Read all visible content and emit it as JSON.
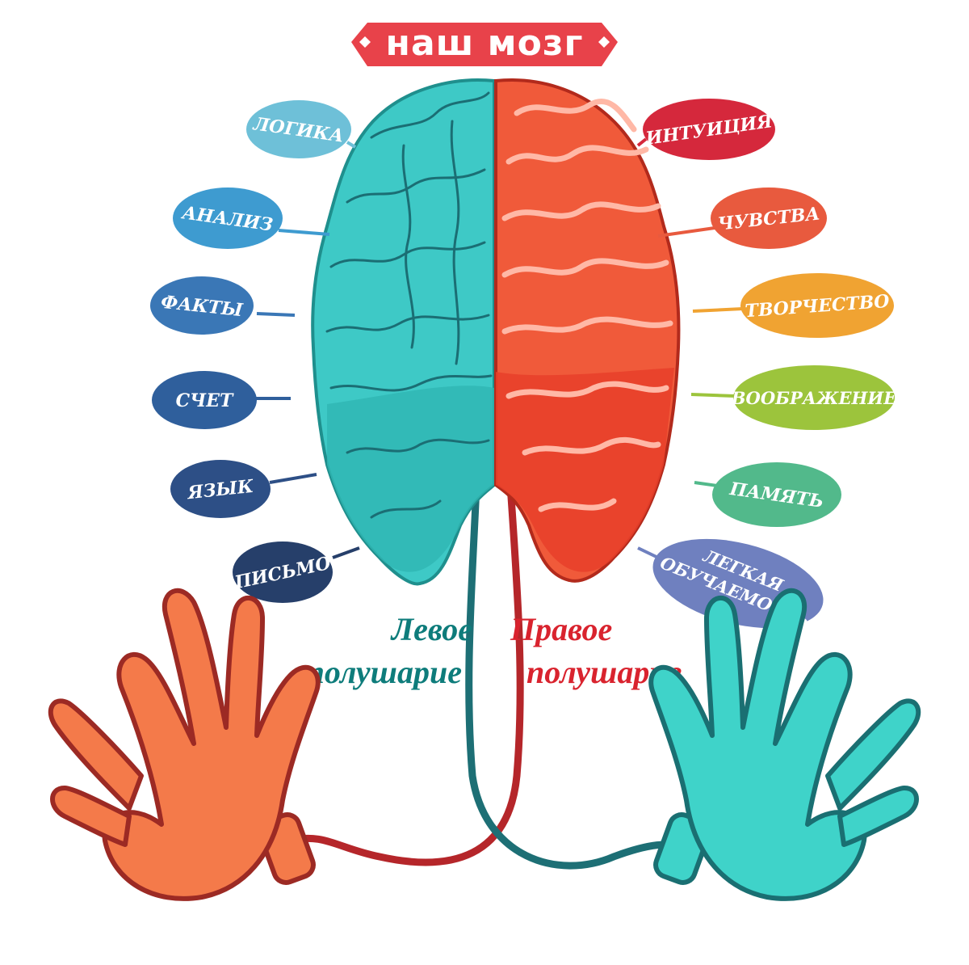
{
  "title": "наш мозг",
  "left_hemisphere": {
    "label_line1": "Левое",
    "label_line2": "полушарие",
    "label_color": "#0e7c7b",
    "brain_color": "#3ec9c6",
    "skills": [
      "ЛОГИКА",
      "АНАЛИЗ",
      "ФАКТЫ",
      "СЧЕТ",
      "ЯЗЫК",
      "ПИСЬМО"
    ]
  },
  "right_hemisphere": {
    "label_line1": "Правое",
    "label_line2": "полушарие",
    "label_color": "#d9232e",
    "brain_color": "#f05a3a",
    "skills": [
      "ИНТУИЦИЯ",
      "ЧУВСТВА",
      "ТВОРЧЕСТВО",
      "ВООБРАЖЕНИЕ",
      "ПАМЯТЬ"
    ],
    "skill_multiline": [
      "ЛЕГКАЯ",
      "ОБУЧАЕМОСТЬ"
    ]
  },
  "colors": {
    "title_banner": "#e8424a",
    "left_hand": "#f47a4a",
    "right_hand": "#3fd3c9",
    "left_wire": "#1d6f75",
    "right_wire": "#b5262a",
    "outline": "#9c2a24"
  }
}
